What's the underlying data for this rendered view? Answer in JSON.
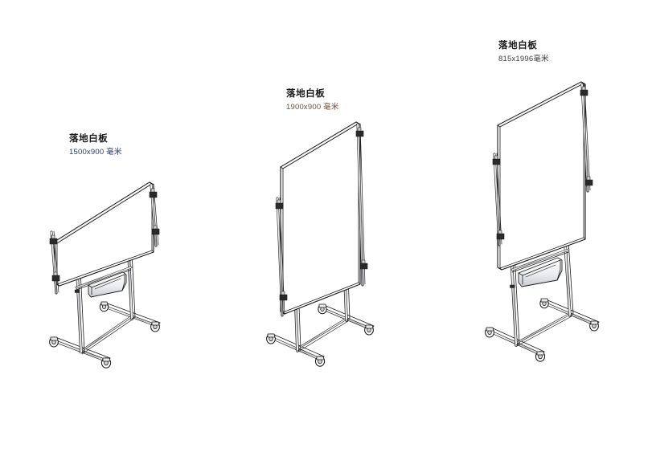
{
  "page": {
    "background_color": "#ffffff",
    "drawing_line_color": "#1a1a1a",
    "board_face_color": "#ffffff",
    "metal_shade_color": "#b9bcc0"
  },
  "products": [
    {
      "id": "whiteboard-1500x900",
      "title": "落地白板",
      "subtitle": "1500x900 毫米",
      "subtitle_color": "#2b3a67",
      "orientation": "landscape",
      "dimensions": {
        "width_mm": 1500,
        "height_mm": 900,
        "unit": "毫米"
      },
      "parts": [
        "board-panel",
        "side-rail-left",
        "side-rail-right",
        "pen-tray",
        "vertical-post-left",
        "vertical-post-right",
        "cross-beam",
        "base-foot-front",
        "base-foot-rear",
        "caster-wheel"
      ],
      "caster_count": 4
    },
    {
      "id": "whiteboard-1900x900",
      "title": "落地白板",
      "subtitle": "1900x900 毫米",
      "subtitle_color": "#6b5242",
      "orientation": "portrait",
      "dimensions": {
        "width_mm": 1900,
        "height_mm": 900,
        "unit": "毫米"
      },
      "parts": [
        "board-panel",
        "side-rail-left",
        "side-rail-right",
        "vertical-post-left",
        "vertical-post-right",
        "cross-beam",
        "base-foot-front",
        "base-foot-rear",
        "caster-wheel"
      ],
      "caster_count": 4
    },
    {
      "id": "whiteboard-815x1996",
      "title": "落地白板",
      "subtitle": "815x1996毫米",
      "subtitle_color": "#3a3a3a",
      "orientation": "portrait",
      "dimensions": {
        "width_mm": 815,
        "height_mm": 1996,
        "unit": "毫米"
      },
      "parts": [
        "board-panel",
        "side-rail-left",
        "side-rail-right",
        "pen-tray",
        "vertical-post-left",
        "vertical-post-right",
        "cross-beam",
        "base-foot-front",
        "base-foot-rear",
        "caster-wheel"
      ],
      "caster_count": 4
    }
  ]
}
